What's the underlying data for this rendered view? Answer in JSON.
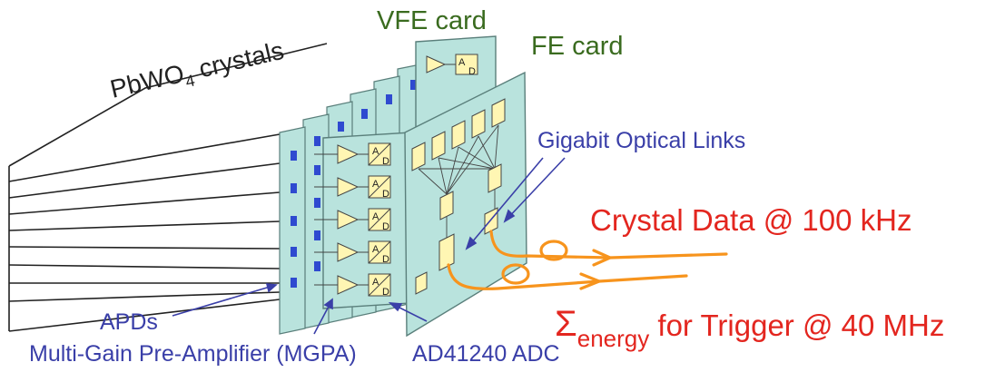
{
  "labels": {
    "vfe_card": "VFE card",
    "fe_card": "FE card",
    "crystals_main": "PbWO",
    "crystals_sub": "4",
    "crystals_rest": " crystals",
    "optical_links": "Gigabit Optical Links",
    "crystal_data": "Crystal Data @ 100 kHz",
    "sigma": "Σ",
    "energy_sub": "energy",
    "trigger": " for Trigger @ 40 MHz",
    "apds": "APDs",
    "mgpa": "Multi-Gain Pre-Amplifier (MGPA)",
    "adc": "AD41240 ADC",
    "adc_a": "A",
    "adc_d": "D"
  },
  "colors": {
    "green_text": "#3a6b1f",
    "blue_text": "#3a3fa8",
    "red_text": "#e3261f",
    "orange_fiber": "#f7941d",
    "card_fill": "#b9e3dd",
    "card_stroke": "#5a7f7b",
    "chip_fill": "#fff6b3",
    "apd_fill": "#2f4ad0",
    "arrow_blue": "#3a3fa8"
  },
  "icons": [
    "pre-amplifier-icon",
    "adc-icon",
    "apd-icon",
    "optical-link-chip-icon",
    "fiber-loop-icon"
  ]
}
